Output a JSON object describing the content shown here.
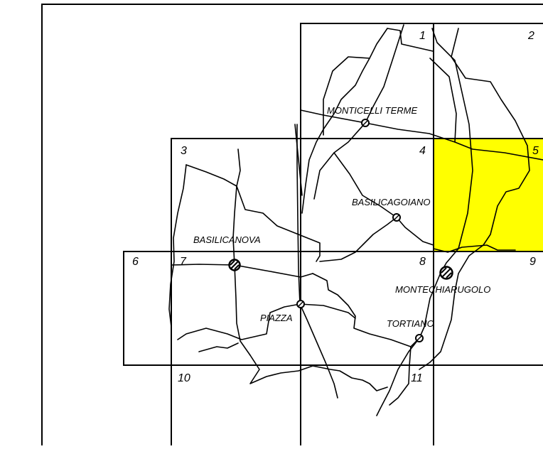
{
  "map": {
    "highlight_color": "#FFFF00",
    "highlighted_tile": "5",
    "tile_numbers": [
      "1",
      "2",
      "3",
      "4",
      "5",
      "6",
      "7",
      "8",
      "9",
      "10",
      "11"
    ],
    "places": [
      {
        "name": "MONTICELLI TERME",
        "marker": "small"
      },
      {
        "name": "BASILICAGOIANO",
        "marker": "small"
      },
      {
        "name": "BASILICANOVA",
        "marker": "large"
      },
      {
        "name": "PIAZZA",
        "marker": "small"
      },
      {
        "name": "MONTECHIARUGOLO",
        "marker": "large"
      },
      {
        "name": "TORTIANO",
        "marker": "small"
      }
    ]
  }
}
